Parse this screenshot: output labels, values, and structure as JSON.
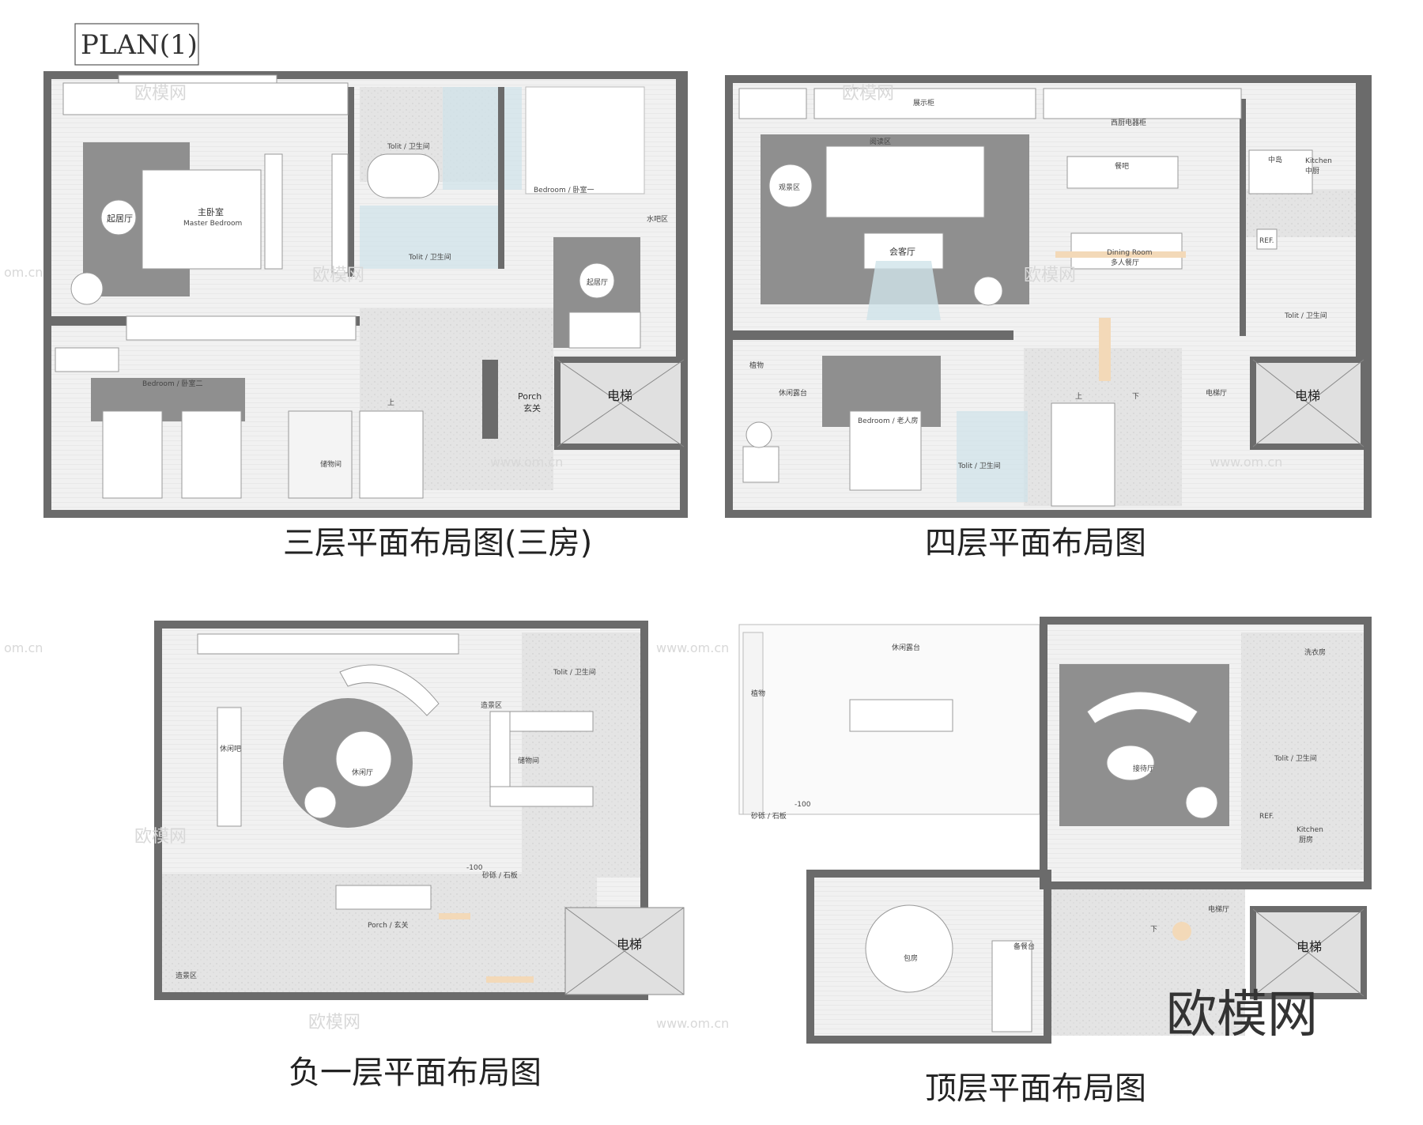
{
  "header": {
    "plan_tag": "PLAN(1)"
  },
  "plans": {
    "third": {
      "caption": "三层平面布局图(三房)",
      "rooms": {
        "living": "起居厅",
        "master_cn": "主卧室",
        "master_en": "Master Bedroom",
        "toilet1": "Tolit / 卫生间",
        "toilet2": "Tolit / 卫生间",
        "bedroom1": "Bedroom / 卧室一",
        "water_bar": "水吧区",
        "living2": "起居厅",
        "bedroom2": "Bedroom / 卧室二",
        "storage": "储物间",
        "porch_en": "Porch",
        "porch_cn": "玄关",
        "elevator": "电梯",
        "up": "上"
      }
    },
    "fourth": {
      "caption": "四层平面布局图",
      "rooms": {
        "display": "展示柜",
        "reading": "阅读区",
        "view": "观景区",
        "reception": "会客厅",
        "western_cabinet": "西厨电器柜",
        "bar": "餐吧",
        "kitchen_en": "Kitchen",
        "kitchen_cn": "中厨",
        "island": "中岛",
        "dining_en": "Dining Room",
        "dining_cn": "多人餐厅",
        "ref": "REF.",
        "toilet": "Tolit / 卫生间",
        "plant": "植物",
        "terrace": "休闲露台",
        "elder": "Bedroom / 老人房",
        "toilet2": "Tolit / 卫生间",
        "elev_hall": "电梯厅",
        "elevator": "电梯",
        "up": "上",
        "down": "下"
      }
    },
    "basement": {
      "caption": "负一层平面布局图",
      "rooms": {
        "bar": "休闲吧",
        "lounge": "休闲厅",
        "landscape": "造景区",
        "toilet": "Tolit / 卫生间",
        "storage": "储物间",
        "gravel": "砂砾 / 石板",
        "level": "-100",
        "porch": "Porch / 玄关",
        "landscape2": "造景区",
        "elevator": "电梯"
      }
    },
    "top": {
      "caption": "顶层平面布局图",
      "rooms": {
        "terrace": "休闲露台",
        "plant": "植物",
        "level": "-100",
        "gravel": "砂砾 / 石板",
        "reception": "接待厅",
        "laundry": "洗衣房",
        "toilet": "Tolit / 卫生间",
        "ref": "REF.",
        "kitchen_en": "Kitchen",
        "kitchen_cn": "厨房",
        "private_room": "包房",
        "prep": "备餐台",
        "elev_hall": "电梯厅",
        "elevator": "电梯",
        "down": "下"
      }
    }
  },
  "watermark": {
    "brand": "欧模网",
    "url": "www.om.cn",
    "cn_short": "om.cn"
  },
  "colors": {
    "wall": "#6b6b6b",
    "rug": "#8f8f8f",
    "floor": "#efefef",
    "terrazzo": "#e2e2e2",
    "glass": "#cfe3ea",
    "wood": "#f3d9b8"
  }
}
